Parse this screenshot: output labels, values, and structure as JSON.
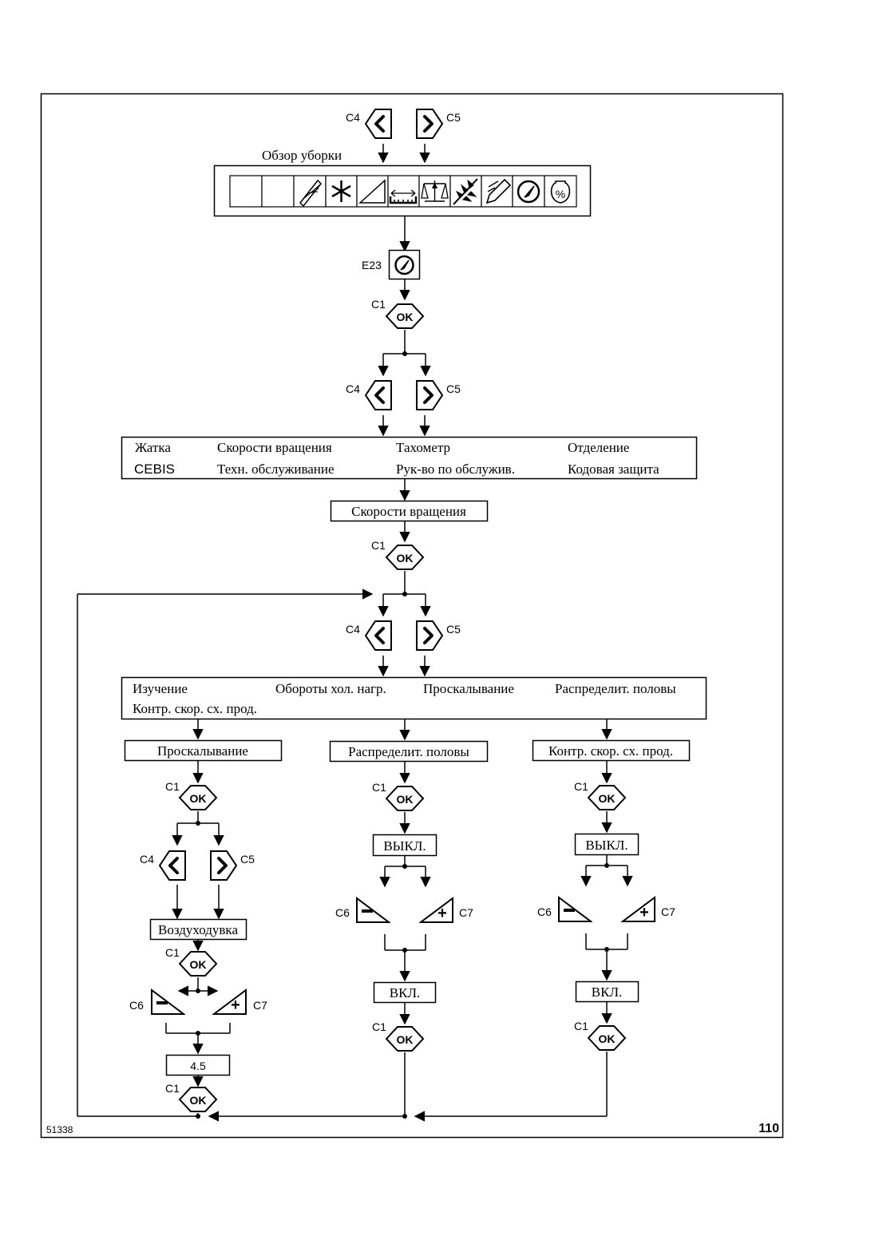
{
  "figure": {
    "figure_id": "51338",
    "page_number": "110"
  },
  "keys": {
    "c1": "C1",
    "c4": "C4",
    "c5": "C5",
    "c6": "C6",
    "c7": "C7",
    "e23": "E23",
    "ok_label": "OK",
    "plus_sign": "+",
    "minus_sign": "–"
  },
  "overview": {
    "label": "Обзор уборки",
    "icons": [
      "empty-slot-1",
      "empty-slot-2",
      "header-icon",
      "fan-icon",
      "ramp-icon",
      "cutting-width-icon",
      "scale-icon",
      "grain-icon",
      "edit-pencil-icon",
      "tachometer-icon",
      "percent-tank-icon"
    ]
  },
  "menu1": {
    "items": [
      "Жатка",
      "Скорости вращения",
      "Тахометр",
      "Отделение",
      "CEBIS",
      "Техн. обслуживание",
      "Рук-во по обслужив.",
      "Кодовая защита"
    ]
  },
  "selected1": "Скорости вращения",
  "menu2": {
    "items": [
      "Изучение",
      "Обороты хол. нагр.",
      "Проскалывание",
      "Распределит. половы",
      "Контр. скор. сх. прод."
    ]
  },
  "branch_left": {
    "title": "Проскалывание",
    "submenu": "Воздуходувка",
    "value": "4.5"
  },
  "branch_middle": {
    "title": "Распределит. половы",
    "off": "ВЫКЛ.",
    "on": "ВКЛ."
  },
  "branch_right": {
    "title": "Контр. скор. сх. прод.",
    "off": "ВЫКЛ.",
    "on": "ВКЛ."
  }
}
